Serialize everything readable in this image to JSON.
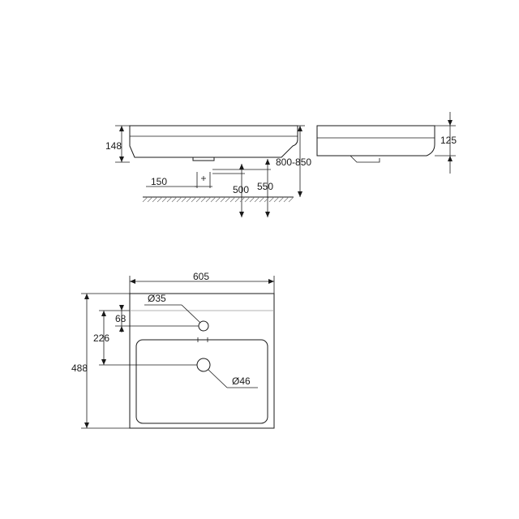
{
  "front_view": {
    "dim_height": "148",
    "dim_offset": "150",
    "dim_mount_low": "500",
    "dim_mount_high": "550",
    "dim_install_height": "800-850"
  },
  "side_view": {
    "dim_height": "125"
  },
  "top_view": {
    "dim_width": "605",
    "dim_depth": "488",
    "dim_tap_offset": "68",
    "dim_drain_offset": "226",
    "tap_hole": "Ø35",
    "drain_hole": "Ø46"
  }
}
